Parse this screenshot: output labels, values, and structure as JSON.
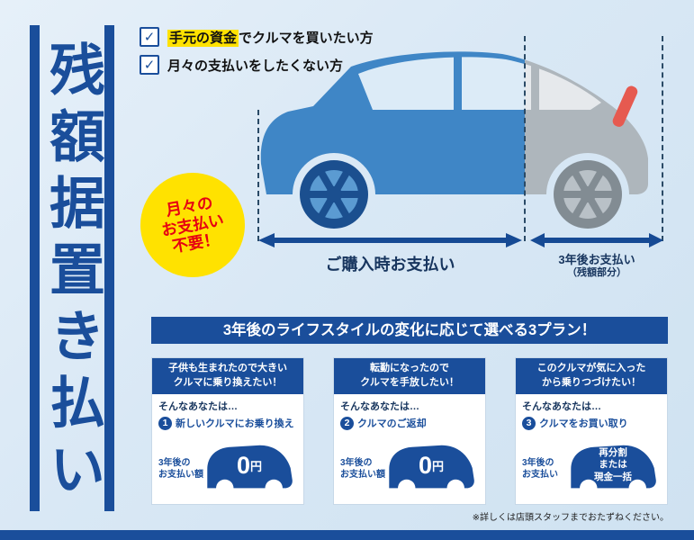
{
  "title": {
    "vertical": "残額据置き払い"
  },
  "checklist": [
    {
      "highlight": "手元の資金",
      "text": "でクルマを買いたい方"
    },
    {
      "highlight": "",
      "text": "月々の支払いをしたくない方"
    }
  ],
  "hero": {
    "badge": "月々の\nお支払い\n不要！",
    "purchase_label": "ご購入時お支払い",
    "later_label": "3年後お支払い",
    "later_sublabel": "（残額部分）"
  },
  "banner": "3年後のライフスタイルの変化に応じて選べる3プラン！",
  "plans": [
    {
      "header": "子供も生まれたので大きい\nクルマに乗り換えたい！",
      "lead": "そんなあなたは…",
      "num": "1",
      "action": "新しいクルマにお乗り換え",
      "pay_label": "3年後の\nお支払い額",
      "amount_big": "0",
      "amount_unit": "円",
      "amount_alt": ""
    },
    {
      "header": "転勤になったので\nクルマを手放したい！",
      "lead": "そんなあなたは…",
      "num": "2",
      "action": "クルマのご返却",
      "pay_label": "3年後の\nお支払い額",
      "amount_big": "0",
      "amount_unit": "円",
      "amount_alt": ""
    },
    {
      "header": "このクルマが気に入った\nから乗りつづけたい！",
      "lead": "そんなあなたは…",
      "num": "3",
      "action": "クルマをお買い取り",
      "pay_label": "3年後の\nお支払い",
      "amount_big": "",
      "amount_unit": "",
      "amount_alt": "再分割\nまたは\n現金一括"
    }
  ],
  "footnote": "※詳しくは店頭スタッフまでおたずねください。",
  "colors": {
    "navy": "#1a4e9b",
    "yellow": "#ffe200",
    "red": "#e60012",
    "bg": "#d9e8f5"
  }
}
